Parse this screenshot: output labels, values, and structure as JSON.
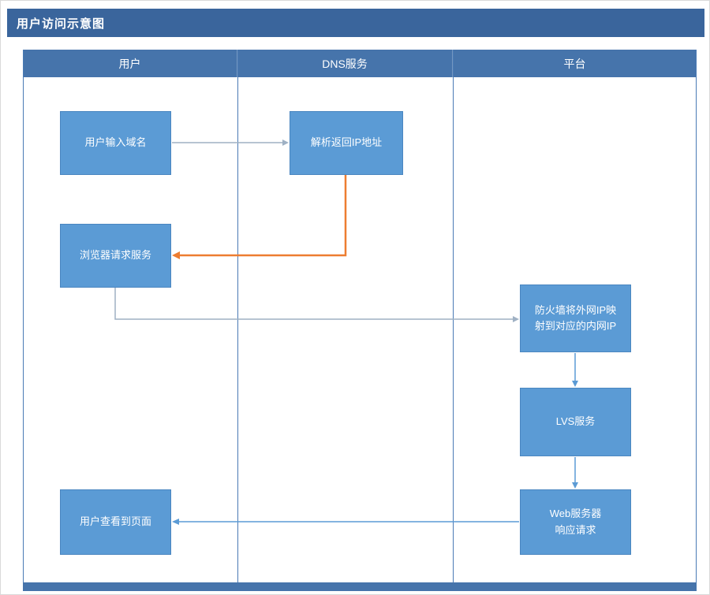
{
  "title": "用户访问示意图",
  "lanes": [
    {
      "label": "用户"
    },
    {
      "label": "DNS服务"
    },
    {
      "label": "平台"
    }
  ],
  "nodes": {
    "user_input": "用户输入域名",
    "dns_resolve": "解析返回IP地址",
    "browser_request": "浏览器请求服务",
    "firewall": "防火墙将外网IP映\n射到对应的内网IP",
    "lvs": "LVS服务",
    "web_server": "Web服务器\n响应请求",
    "user_view": "用户查看到页面"
  },
  "colors": {
    "title_bar": "#3a659c",
    "lane_header": "#4674ab",
    "lane_line": "#4a7ab5",
    "bottom_bar": "#4674ab",
    "node_fill": "#5b9bd5",
    "node_border": "#4a86c0",
    "arrow_blue": "#5b9bd5",
    "arrow_gray": "#9fb1c4",
    "arrow_orange": "#ed7d31"
  }
}
